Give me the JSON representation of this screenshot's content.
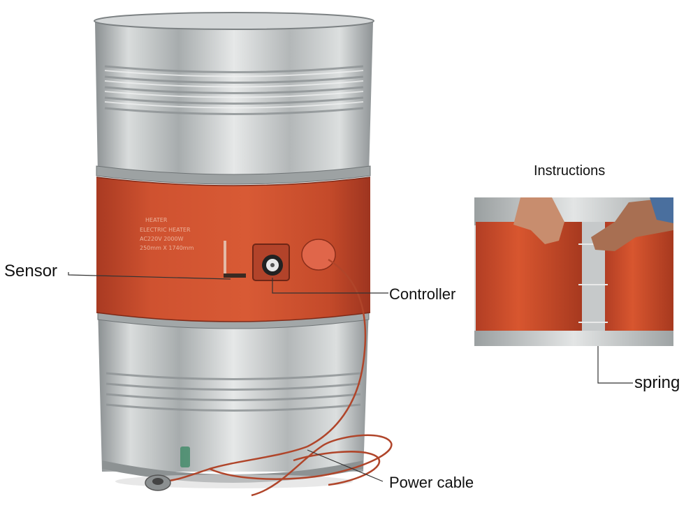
{
  "labels": {
    "sensor": "Sensor",
    "controller": "Controller",
    "instructions": "Instructions",
    "spring": "spring",
    "power_cable": "Power cable"
  },
  "heater_plate": {
    "brand": "HEATER",
    "line1": "ELECTRIC HEATER",
    "line2": "AC220V  2000W",
    "line3": "250mm X 1740mm"
  },
  "colors": {
    "heater_band": "#c8492a",
    "drum_steel": "#bfc3c4",
    "background": "#ffffff"
  }
}
